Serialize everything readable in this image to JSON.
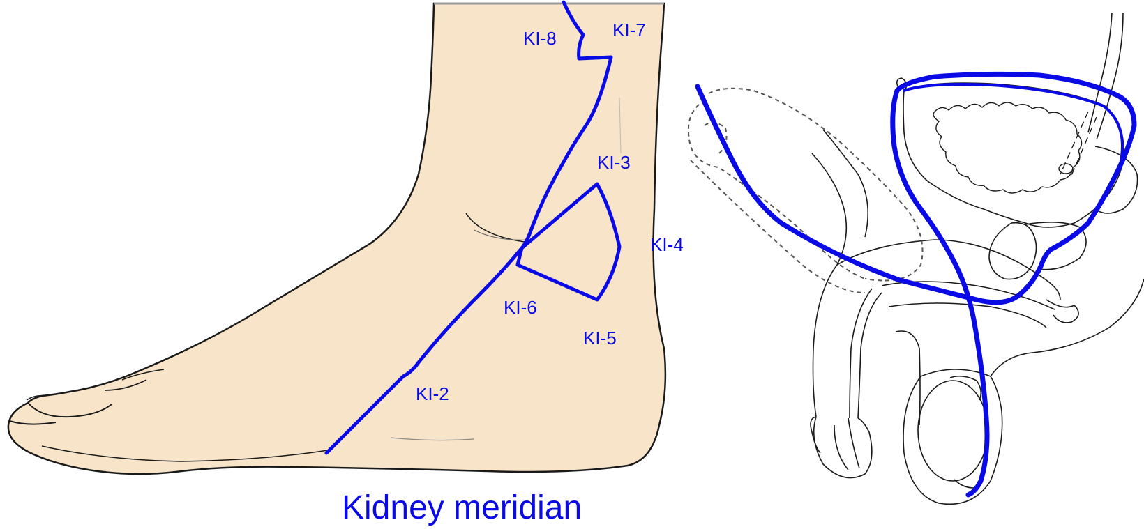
{
  "title": "Kidney meridian",
  "points": [
    {
      "id": "KI-8",
      "label": "KI-8"
    },
    {
      "id": "KI-7",
      "label": "KI-7"
    },
    {
      "id": "KI-3",
      "label": "KI-3"
    },
    {
      "id": "KI-4",
      "label": "KI-4"
    },
    {
      "id": "KI-6",
      "label": "KI-6"
    },
    {
      "id": "KI-5",
      "label": "KI-5"
    },
    {
      "id": "KI-2",
      "label": "KI-2"
    }
  ],
  "colors": {
    "meridian": "#0a0ae6",
    "skin": "#f8e4c8",
    "outline": "#1a1a1a",
    "background": "#ffffff"
  }
}
